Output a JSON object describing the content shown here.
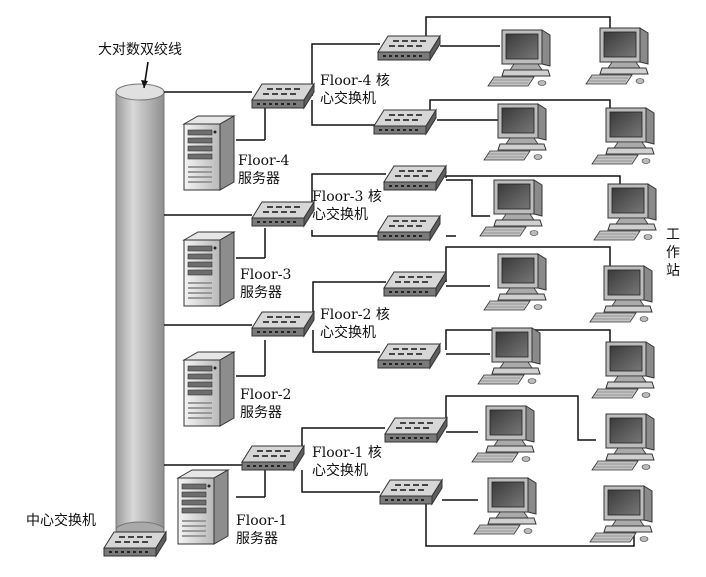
{
  "labels": {
    "backbone": "大对数双绞线",
    "central_switch": "中心交换机",
    "workstation": "工作站"
  },
  "floors": [
    {
      "switch_line1": "Floor-4 核",
      "switch_line2": "心交换机",
      "server_line1": "Floor-4",
      "server_line2": "服务器"
    },
    {
      "switch_line1": "Floor-3 核",
      "switch_line2": "心交换机",
      "server_line1": "Floor-3",
      "server_line2": "服务器"
    },
    {
      "switch_line1": "Floor-2 核",
      "switch_line2": "心交换机",
      "server_line1": "Floor-2",
      "server_line2": "服务器"
    },
    {
      "switch_line1": "Floor-1 核",
      "switch_line2": "心交换机",
      "server_line1": "Floor-1",
      "server_line2": "服务器"
    }
  ]
}
